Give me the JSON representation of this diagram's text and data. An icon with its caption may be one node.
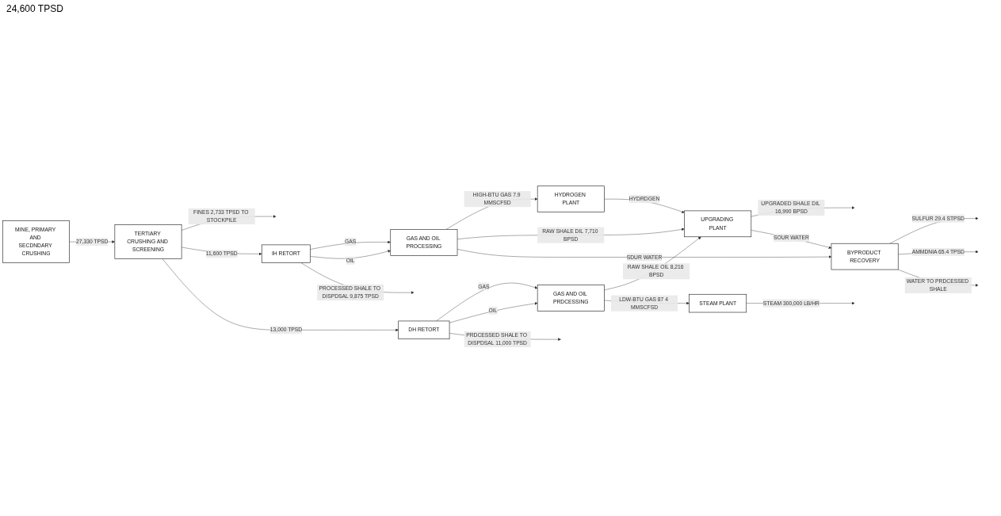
{
  "diagram": {
    "nodes": [
      {
        "text": [
          "MINE, PRIMARY AND SECDNDARY CRUSHING"
        ]
      },
      {
        "text": [
          "TERTIARY CRUSHING AND SCREENING"
        ]
      },
      {
        "text": [
          "IH RETORT"
        ]
      },
      {
        "text": [
          "GAS AND OIL PROCESSING"
        ]
      },
      {
        "text": [
          "HYDROGEN PLANT"
        ]
      },
      {
        "text": [
          "UPGRADING PLANT"
        ]
      },
      {
        "text": [
          "DH RETORT"
        ]
      },
      {
        "text": [
          "GAS AND OIL PRDCESSING"
        ]
      },
      {
        "text": [
          "BYPRODUCT RECOVERY"
        ]
      },
      {
        "text": [
          "STEAM PLANT"
        ]
      }
    ],
    "edges": [
      {
        "from": 0,
        "to": 1,
        "arrow": "to",
        "label": "27,330 TPSD"
      },
      {
        "from": 1,
        "to": null,
        "arrow": "to",
        "label": "FINES 2,733 TPSD TO STOCKPILE"
      },
      {
        "from": 1,
        "to": 2,
        "arrow": "to",
        "label": "11,600 TPSD"
      },
      {
        "from": 1,
        "to": 6,
        "arrow": "to",
        "label": "13,000 TPSD"
      },
      {
        "from": 2,
        "to": 3,
        "arrow": "to",
        "label": "GAS"
      },
      {
        "from": 2,
        "to": 3,
        "arrow": "to",
        "label": "OIL"
      },
      {
        "from": 2,
        "to": null,
        "arrow": "to",
        "label": "PROCESSED SHALE TO DISPDSAL 9,875 TPSD"
      },
      {
        "from": 3,
        "to": 4,
        "arrow": "to",
        "label": "HIGH-BTU GAS 7.9 MMSCFSD"
      },
      {
        "from": 3,
        "to": 5,
        "arrow": "to",
        "label": "RAW SHALE DIL 7,710 BPSD"
      },
      {
        "from": 3,
        "to": 8,
        "arrow": "to",
        "label": "SDUR WATER"
      },
      {
        "from": 4,
        "to": 5,
        "arrow": "to",
        "label": "HYDRDGEN"
      },
      {
        "from": 6,
        "to": 7,
        "arrow": "to",
        "label": "GAS"
      },
      {
        "from": 6,
        "to": 7,
        "arrow": "to",
        "label": "OIL"
      },
      {
        "from": 6,
        "to": null,
        "arrow": "to",
        "label": "PRDCESSED SHALE TO DISPDSAL 11,000 TPSD"
      },
      {
        "from": 7,
        "to": 5,
        "arrow": "to",
        "label": "RAW SHALE OIL 8,216 BPSD"
      },
      {
        "from": 7,
        "to": 9,
        "arrow": "to",
        "label": "LDW-BTU GAS 87 4 MMSCFSD"
      },
      {
        "from": 5,
        "to": null,
        "arrow": "to",
        "label": "UPGRADED SHALE DIL 16,990 BPSD"
      },
      {
        "from": 5,
        "to": 8,
        "arrow": "to",
        "label": "SOUR WATER"
      },
      {
        "from": 8,
        "to": null,
        "arrow": "to",
        "label": "SULFUR 29.4 STPSD"
      },
      {
        "from": 8,
        "to": null,
        "arrow": "to",
        "label": "AMMDNIA 65.4 TPSD"
      },
      {
        "from": 8,
        "to": null,
        "arrow": "to",
        "label": "WATER TO PRDCESSED SHALE"
      },
      {
        "from": 9,
        "to": null,
        "arrow": "to",
        "label": "STEAM 300,000 LB/HR"
      }
    ],
    "labels": [
      "24,600 TPSD"
    ]
  }
}
